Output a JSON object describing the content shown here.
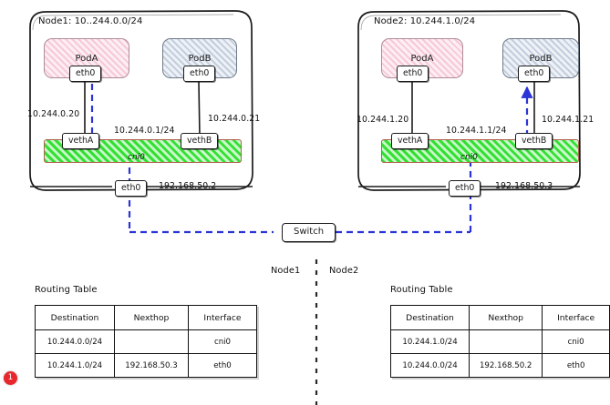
{
  "diagram": {
    "title_left": "Node1: 10..244.0.0/24",
    "title_right": "Node2: 10.244.1.0/24",
    "switch_label": "Switch",
    "divider_left_label": "Node1",
    "divider_right_label": "Node2",
    "badge_number": "1",
    "colors": {
      "pod_a_fill": "#f6c9d8",
      "pod_a_stroke": "#b08b97",
      "pod_b_fill": "#c3cedd",
      "pod_b_stroke": "#6f7a87",
      "bridge_fill": "#35e035",
      "bridge_stroke": "#b0604f",
      "flow_line": "#2b35d6",
      "ink": "#1b1b1b",
      "badge": "#e8262b"
    }
  },
  "node1": {
    "pod_a": {
      "name": "PodA",
      "iface": "eth0",
      "ip": "10.244.0.20",
      "veth": "vethA"
    },
    "pod_b": {
      "name": "PodB",
      "iface": "eth0",
      "ip": "10.244.0.21",
      "veth": "vethB"
    },
    "bridge": {
      "name": "cni0",
      "ip": "10.244.0.1/24"
    },
    "host_iface": {
      "name": "eth0",
      "ip": "192.168.50.2"
    }
  },
  "node2": {
    "pod_a": {
      "name": "PodA",
      "iface": "eth0",
      "ip": "10.244.1.20",
      "veth": "vethA"
    },
    "pod_b": {
      "name": "PodB",
      "iface": "eth0",
      "ip": "10.244.1.21",
      "veth": "vethB"
    },
    "bridge": {
      "name": "cni0",
      "ip": "10.244.1.1/24"
    },
    "host_iface": {
      "name": "eth0",
      "ip": "192.168.50.3"
    }
  },
  "routing_table_left": {
    "title": "Routing Table",
    "columns": [
      "Destination",
      "Nexthop",
      "Interface"
    ],
    "rows": [
      [
        "10.244.0.0/24",
        "",
        "cni0"
      ],
      [
        "10.244.1.0/24",
        "192.168.50.3",
        "eth0"
      ]
    ]
  },
  "routing_table_right": {
    "title": "Routing Table",
    "columns": [
      "Destination",
      "Nexthop",
      "Interface"
    ],
    "rows": [
      [
        "10.244.1.0/24",
        "",
        "cni0"
      ],
      [
        "10.244.0.0/24",
        "192.168.50.2",
        "eth0"
      ]
    ]
  }
}
